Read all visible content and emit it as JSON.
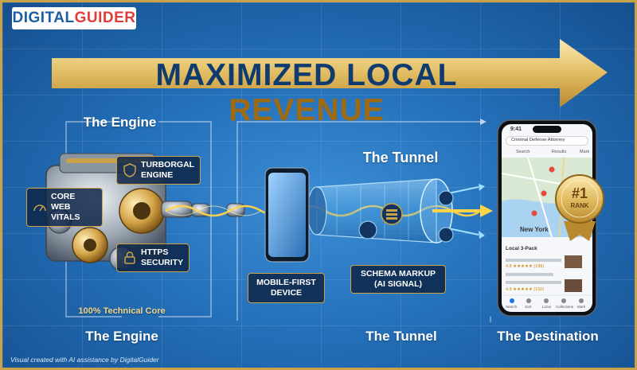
{
  "logo": {
    "part1": "DIGITAL",
    "part2": "GUIDER"
  },
  "banner": {
    "title_main": "MAXIMIZED LOCAL ",
    "title_accent": "REVENUE"
  },
  "engine": {
    "heading": "The Engine",
    "badges": {
      "turbo": [
        "TURBORGAL",
        "ENGINE"
      ],
      "cwv": [
        "CORE WEB",
        "VITALS"
      ],
      "https": [
        "HTTPS",
        "SECURITY"
      ]
    },
    "core_label": "100% Technical Core",
    "bottom_label": "The Engine"
  },
  "device": {
    "label": [
      "MOBILE-FIRST",
      "DEVICE"
    ]
  },
  "tunnel": {
    "heading": "The Tunnel",
    "schema": [
      "SCHEMA MARKUP",
      "(AI SIGNAL)"
    ],
    "bottom_label": "The Tunnel"
  },
  "destination": {
    "bottom_label": "The Destination",
    "phone": {
      "time": "9:41",
      "search_query": "Criminal Defense Attorney",
      "chips": [
        "Search",
        "Results",
        "Mark"
      ],
      "map_city": "New York",
      "pack_title": "Local 3-Pack",
      "rating_a": "4.8 ★★★★★ (188)",
      "rating_b": "4.8 ★★★★★ (150)",
      "nav": [
        "Search",
        "Sort",
        "Local",
        "Collections",
        "Mark"
      ]
    },
    "rank_badge": {
      "number": "#1",
      "label": "RANK"
    }
  },
  "footer": {
    "credit": "Visual created with AI assistance by DigitalGuider"
  },
  "colors": {
    "gold": "#c9a24a",
    "navy": "#0f3b6e",
    "blue": "#2470b9",
    "red_accent": "#e23b3b"
  }
}
